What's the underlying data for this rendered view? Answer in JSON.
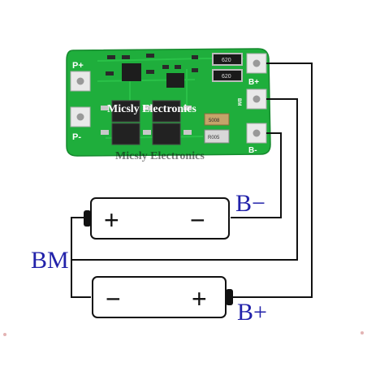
{
  "board": {
    "pin_labels": {
      "p_plus": "P+",
      "p_minus": "P-",
      "b_plus_top": "B+",
      "bm": "BM",
      "b_minus": "B-"
    },
    "components": {
      "resistor_top": "620",
      "resistor_mid": "620",
      "cap_label": "5008",
      "resistor_bottom": "R005"
    }
  },
  "watermark": {
    "primary": "Micsly Electronics",
    "shadow": "Micsly Electronics"
  },
  "diagram": {
    "label_bm": "BM",
    "label_b_minus": "B−",
    "label_b_plus": "B+",
    "cell_top": {
      "left_sign": "+",
      "right_sign": "−"
    },
    "cell_bottom": {
      "left_sign": "−",
      "right_sign": "+"
    }
  },
  "colors": {
    "pcb": "#1fae3c",
    "pcb_dark": "#168a2e",
    "wire": "#111111",
    "label": "#2222aa",
    "watermark": "#ffffff"
  }
}
